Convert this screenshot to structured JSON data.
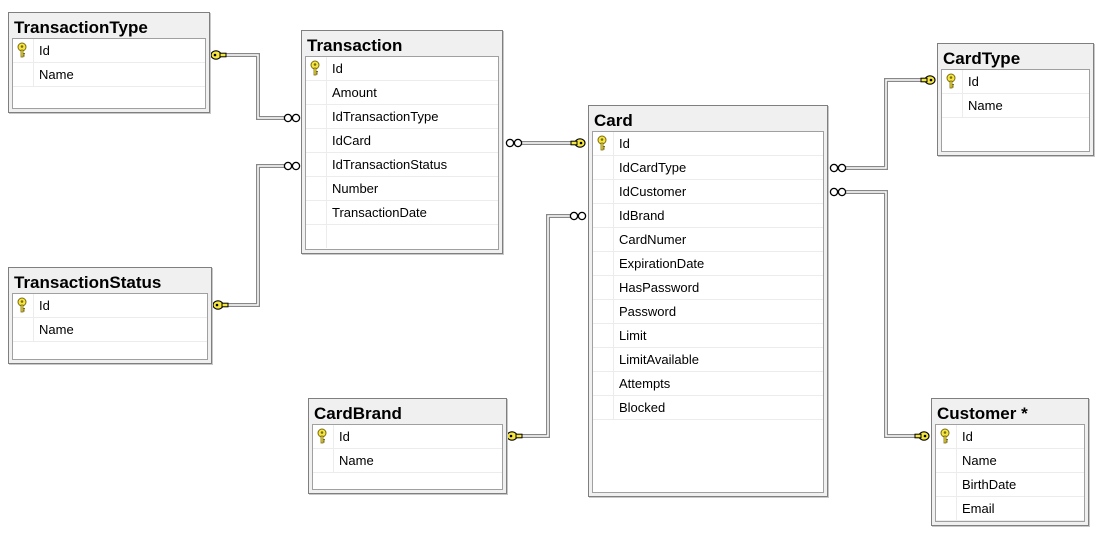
{
  "tables": [
    {
      "id": "TransactionType",
      "title": "TransactionType",
      "columns": [
        {
          "name": "Id",
          "pk": true
        },
        {
          "name": "Name",
          "pk": false
        }
      ]
    },
    {
      "id": "Transaction",
      "title": "Transaction",
      "columns": [
        {
          "name": "Id",
          "pk": true
        },
        {
          "name": "Amount",
          "pk": false
        },
        {
          "name": "IdTransactionType",
          "pk": false
        },
        {
          "name": "IdCard",
          "pk": false
        },
        {
          "name": "IdTransactionStatus",
          "pk": false
        },
        {
          "name": "Number",
          "pk": false
        },
        {
          "name": "TransactionDate",
          "pk": false
        }
      ]
    },
    {
      "id": "TransactionStatus",
      "title": "TransactionStatus",
      "columns": [
        {
          "name": "Id",
          "pk": true
        },
        {
          "name": "Name",
          "pk": false
        }
      ]
    },
    {
      "id": "Card",
      "title": "Card",
      "columns": [
        {
          "name": "Id",
          "pk": true
        },
        {
          "name": "IdCardType",
          "pk": false
        },
        {
          "name": "IdCustomer",
          "pk": false
        },
        {
          "name": "IdBrand",
          "pk": false
        },
        {
          "name": "CardNumer",
          "pk": false
        },
        {
          "name": "ExpirationDate",
          "pk": false
        },
        {
          "name": "HasPassword",
          "pk": false
        },
        {
          "name": "Password",
          "pk": false
        },
        {
          "name": "Limit",
          "pk": false
        },
        {
          "name": "LimitAvailable",
          "pk": false
        },
        {
          "name": "Attempts",
          "pk": false
        },
        {
          "name": "Blocked",
          "pk": false
        }
      ]
    },
    {
      "id": "CardType",
      "title": "CardType",
      "columns": [
        {
          "name": "Id",
          "pk": true
        },
        {
          "name": "Name",
          "pk": false
        }
      ]
    },
    {
      "id": "CardBrand",
      "title": "CardBrand",
      "columns": [
        {
          "name": "Id",
          "pk": true
        },
        {
          "name": "Name",
          "pk": false
        }
      ]
    },
    {
      "id": "Customer",
      "title": "Customer *",
      "columns": [
        {
          "name": "Id",
          "pk": true
        },
        {
          "name": "Name",
          "pk": false
        },
        {
          "name": "BirthDate",
          "pk": false
        },
        {
          "name": "Email",
          "pk": false
        }
      ]
    }
  ],
  "relationships": [
    {
      "from": "Transaction",
      "to": "TransactionType",
      "many_end": "Transaction",
      "one_end": "TransactionType"
    },
    {
      "from": "Transaction",
      "to": "TransactionStatus",
      "many_end": "Transaction",
      "one_end": "TransactionStatus"
    },
    {
      "from": "Transaction",
      "to": "Card",
      "many_end": "Transaction",
      "one_end": "Card"
    },
    {
      "from": "Card",
      "to": "CardType",
      "many_end": "Card",
      "one_end": "CardType"
    },
    {
      "from": "Card",
      "to": "CardBrand",
      "many_end": "Card",
      "one_end": "CardBrand"
    },
    {
      "from": "Card",
      "to": "Customer",
      "many_end": "Card",
      "one_end": "Customer"
    }
  ],
  "colors": {
    "key_icon": "#f5e642",
    "connector": "#888888"
  },
  "icons": {
    "primary_key": "key-icon",
    "one_end": "key-icon",
    "many_end": "infinity-icon"
  }
}
